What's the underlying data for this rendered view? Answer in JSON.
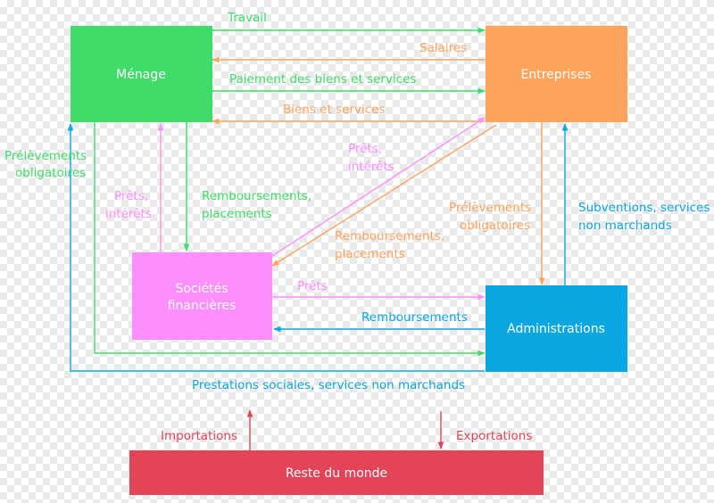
{
  "nodes": {
    "menage": {
      "label": "Ménage",
      "color": "#3fdc6a"
    },
    "entreprises": {
      "label": "Entreprises",
      "color": "#fca35c"
    },
    "societes": {
      "line1": "Sociétés",
      "line2": "financières",
      "color": "#fd8ffc"
    },
    "administrations": {
      "label": "Administrations",
      "color": "#0aa7e2"
    },
    "reste": {
      "label": "Reste du monde",
      "color": "#e34458"
    }
  },
  "flows": {
    "travail": "Travail",
    "salaires": "Salaires",
    "paiement": "Paiement des biens et services",
    "biens": "Biens et services",
    "prelev_menage_1": "Prélèvements",
    "prelev_menage_2": "obligatoires",
    "prets_menage_1": "Prêts,",
    "prets_menage_2": "intérêts",
    "remb_menage_1": "Remboursements,",
    "remb_menage_2": "placements",
    "prets_entr_1": "Prêts,",
    "prets_entr_2": "intérêts",
    "remb_entr_1": "Remboursements,",
    "remb_entr_2": "placements",
    "prelev_entr_1": "Prélèvements",
    "prelev_entr_2": "obligatoires",
    "subv_1": "Subventions, services",
    "subv_2": "non marchands",
    "prets_admin": "Prêts",
    "remb_admin": "Remboursements",
    "prestations": "Prestations sociales, services non marchands",
    "importations": "Importations",
    "exportations": "Exportations"
  },
  "colors": {
    "green": "#3fdc6a",
    "orange": "#fca35c",
    "pink": "#fd8ffc",
    "blue": "#0aa7e2",
    "red": "#e34458"
  }
}
